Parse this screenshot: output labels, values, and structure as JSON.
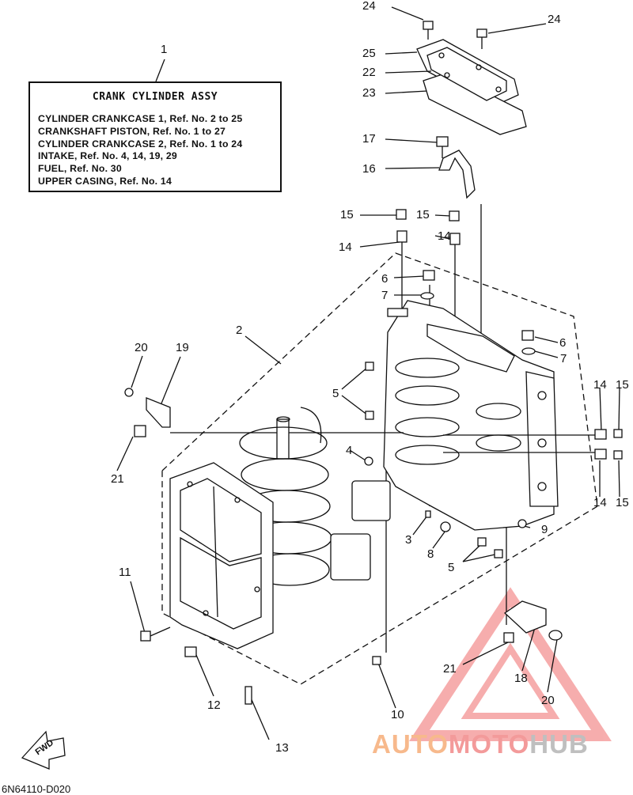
{
  "info_box": {
    "title": "CRANK CYLINDER ASSY",
    "lines": [
      "CYLINDER CRANKCASE 1, Ref. No. 2 to 25",
      "CRANKSHAFT PISTON, Ref. No. 1 to 27",
      "CYLINDER CRANKCASE 2, Ref. No. 1 to 24",
      "INTAKE,   Ref. No. 4, 14, 19, 29",
      "FUEL,  Ref. No. 30",
      "UPPER CASING, Ref. No. 14"
    ]
  },
  "callouts": [
    "1",
    "2",
    "3",
    "4",
    "5",
    "5",
    "6",
    "6",
    "7",
    "7",
    "8",
    "9",
    "10",
    "11",
    "12",
    "13",
    "14",
    "14",
    "14",
    "14",
    "15",
    "15",
    "15",
    "15",
    "16",
    "17",
    "18",
    "19",
    "20",
    "20",
    "21",
    "21",
    "22",
    "23",
    "24",
    "24",
    "25"
  ],
  "fwd_label": "FWD",
  "diagram_code": "6N64110-D020",
  "watermark": {
    "part1": "AUTO",
    "part2": "MOTO",
    "part3": "HUB"
  },
  "colors": {
    "line": "#111111",
    "watermark_triangle": "#f06b6b",
    "watermark_orange": "#f7b98c"
  }
}
